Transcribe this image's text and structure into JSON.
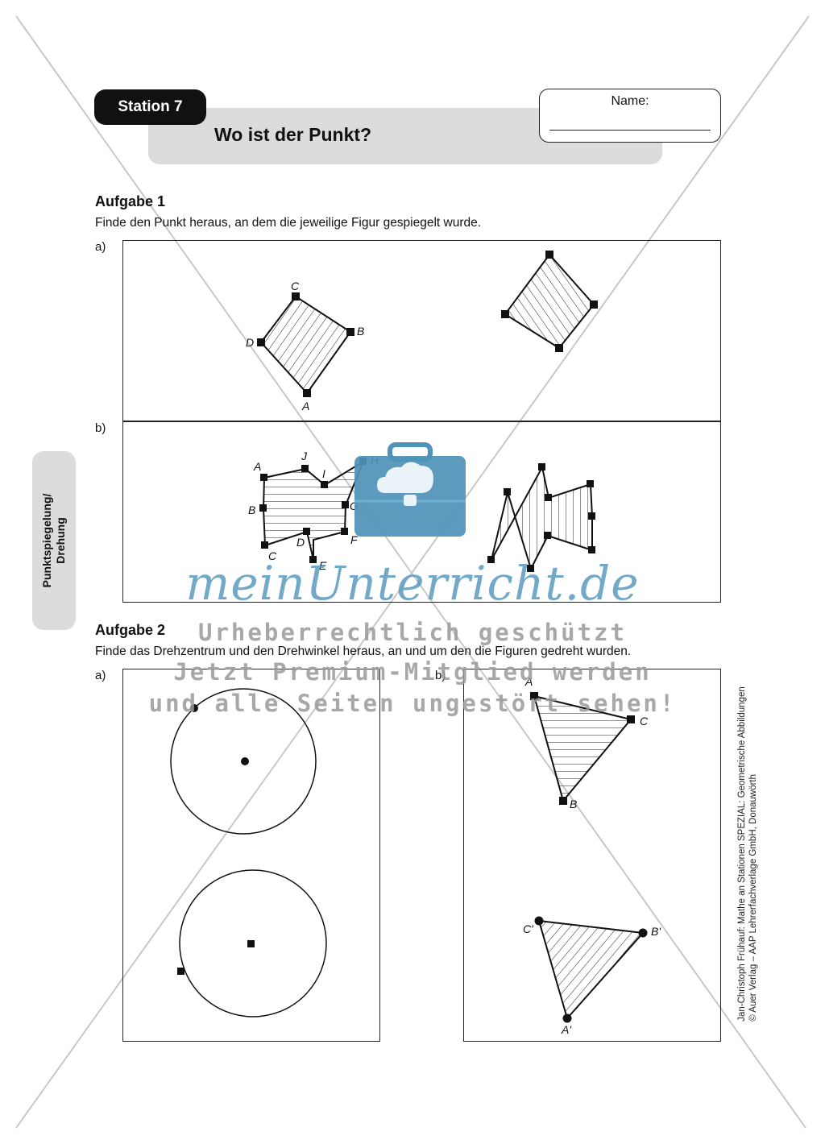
{
  "header": {
    "station_label": "Station 7",
    "title": "Wo ist der Punkt?",
    "name_label": "Name:"
  },
  "side_tab": {
    "line1": "Punktspiegelung/",
    "line2": "Drehung"
  },
  "task1": {
    "title": "Aufgabe 1",
    "instruction": "Finde den Punkt heraus, an dem die jeweilige Figur gespiegelt wurde.",
    "part_a": "a)",
    "part_b": "b)",
    "a_labels": [
      "A",
      "B",
      "C",
      "D"
    ],
    "b_labels": [
      "A",
      "B",
      "C",
      "D",
      "E",
      "F",
      "G",
      "H",
      "I",
      "J"
    ]
  },
  "task2": {
    "title": "Aufgabe 2",
    "instruction": "Finde das Drehzentrum und den Drehwinkel heraus, an und um den die Figuren gedreht wurden.",
    "part_a": "a)",
    "part_b": "b)",
    "b_labels": [
      "A",
      "B",
      "C",
      "A'",
      "B'",
      "C'"
    ]
  },
  "credit": {
    "line1": "Jan-Christoph Frühauf: Mathe an Stationen SPEZIAL: Geometrische Abbildungen",
    "line2": "© Auer Verlag – AAP Lehrerfachverlage GmbH, Donauwörth"
  },
  "watermark": {
    "logo": "meinUnterricht.de",
    "line1": "Urheberrechtlich geschützt",
    "line2": "Jetzt Premium-Mitglied werden",
    "line3": "und alle Seiten ungestört sehen!",
    "icon": "briefcase-cloud-icon"
  },
  "colors": {
    "watermark_blue": "#5a9bc0",
    "band_gray": "#dcdcdc"
  }
}
